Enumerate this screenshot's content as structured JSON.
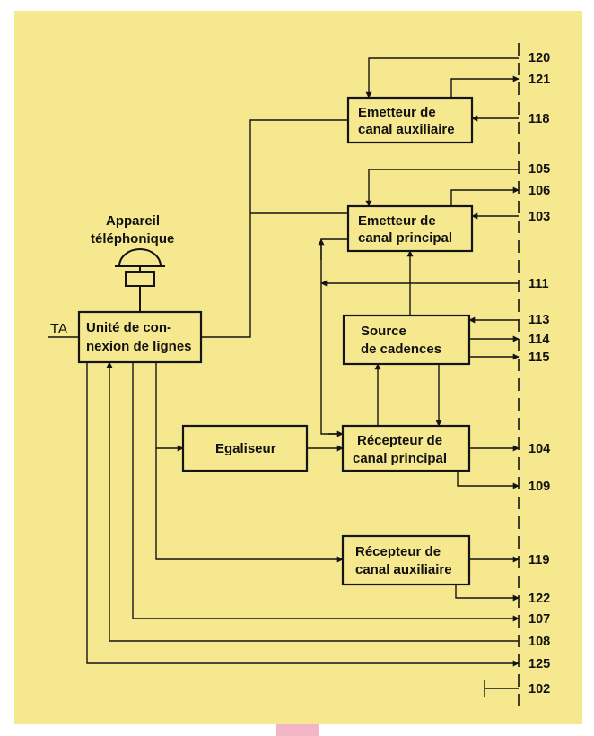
{
  "colors": {
    "background": "#f6e88e",
    "ink": "#141414",
    "page_margin": "#ffffff",
    "pink_mark": "#f3b6c6"
  },
  "blocks": {
    "emetteur_aux": [
      "Emetteur de",
      "canal auxiliaire"
    ],
    "emetteur_principal": [
      "Emetteur de",
      "canal principal"
    ],
    "source_cadences": [
      "Source",
      "de cadences"
    ],
    "unite_connexion": [
      "Unité de con-",
      "nexion de lignes"
    ],
    "egaliseur": [
      "Egaliseur"
    ],
    "recepteur_principal": [
      "Récepteur de",
      "canal principal"
    ],
    "recepteur_aux": [
      "Récepteur de",
      "canal auxiliaire"
    ]
  },
  "labels": {
    "telephone": [
      "Appareil",
      "téléphonique"
    ],
    "ta": "TA"
  },
  "connectors": {
    "c120": "120",
    "c121": "121",
    "c118": "118",
    "c105": "105",
    "c106": "106",
    "c103": "103",
    "c111": "111",
    "c113": "113",
    "c114": "114",
    "c115": "115",
    "c104": "104",
    "c109": "109",
    "c119": "119",
    "c122": "122",
    "c107": "107",
    "c108": "108",
    "c125": "125",
    "c102": "102"
  }
}
